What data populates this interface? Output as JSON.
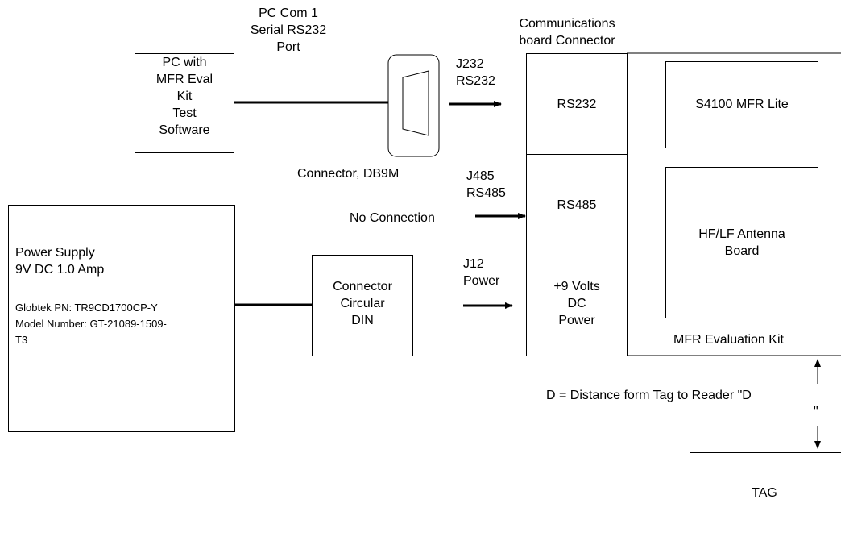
{
  "pc_port_label": [
    "PC Com 1",
    "Serial RS232",
    "Port"
  ],
  "pc_box": [
    "PC with",
    "MFR Eval",
    "Kit",
    "Test",
    "Software"
  ],
  "db9_label": "Connector, DB9M",
  "comm_connector_label": [
    "Communications",
    "board  Connector"
  ],
  "j232_label": [
    "J232",
    "RS232"
  ],
  "j485_label": [
    "J485",
    "RS485"
  ],
  "j12_label": [
    "J12",
    "Power"
  ],
  "no_connection": "No Connection",
  "rs232_cell": "RS232",
  "rs485_cell": "RS485",
  "power_cell": [
    "+9 Volts",
    "DC",
    "Power"
  ],
  "s4100_box": "S4100 MFR Lite",
  "antenna_box": [
    "HF/LF Antenna",
    "Board"
  ],
  "kit_label": "MFR Evaluation Kit",
  "power_supply": {
    "title": [
      "Power Supply",
      "9V DC 1.0 Amp"
    ],
    "details": [
      "Globtek  PN: TR9CD1700CP-Y",
      "Model Number: GT-21089-1509-",
      "T3"
    ]
  },
  "din_box": [
    "Connector",
    "Circular",
    "DIN"
  ],
  "distance_label": [
    "D = Distance form Tag to Reader  \"D",
    "\""
  ],
  "tag_box": "TAG"
}
